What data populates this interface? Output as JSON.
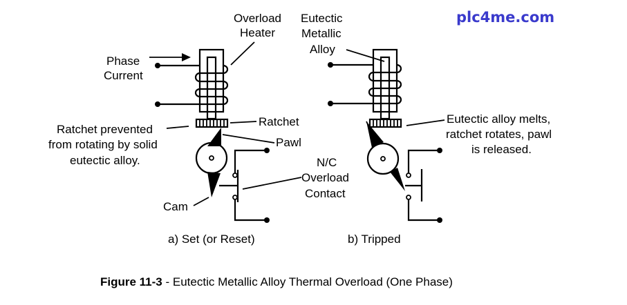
{
  "watermark": "plc4me.com",
  "panel_a": {
    "caption": "a) Set (or Reset)",
    "labels": {
      "overload_heater_1": "Overload",
      "overload_heater_2": "Heater",
      "phase_current_1": "Phase",
      "phase_current_2": "Current",
      "ratchet": "Ratchet",
      "pawl": "Pawl",
      "note_1": "Ratchet prevented",
      "note_2": "from rotating by solid",
      "note_3": "eutectic alloy.",
      "cam": "Cam"
    }
  },
  "shared_labels": {
    "nc_1": "N/C",
    "nc_2": "Overload",
    "nc_3": "Contact"
  },
  "panel_b": {
    "caption": "b) Tripped",
    "labels": {
      "alloy_1": "Eutectic",
      "alloy_2": "Metallic",
      "alloy_3": "Alloy",
      "note_1": "Eutectic alloy melts,",
      "note_2": "ratchet rotates, pawl",
      "note_3": "is released."
    }
  },
  "figure": {
    "number": "Figure 11-3",
    "separator": " - ",
    "title": "Eutectic Metallic Alloy Thermal Overload (One Phase)"
  }
}
